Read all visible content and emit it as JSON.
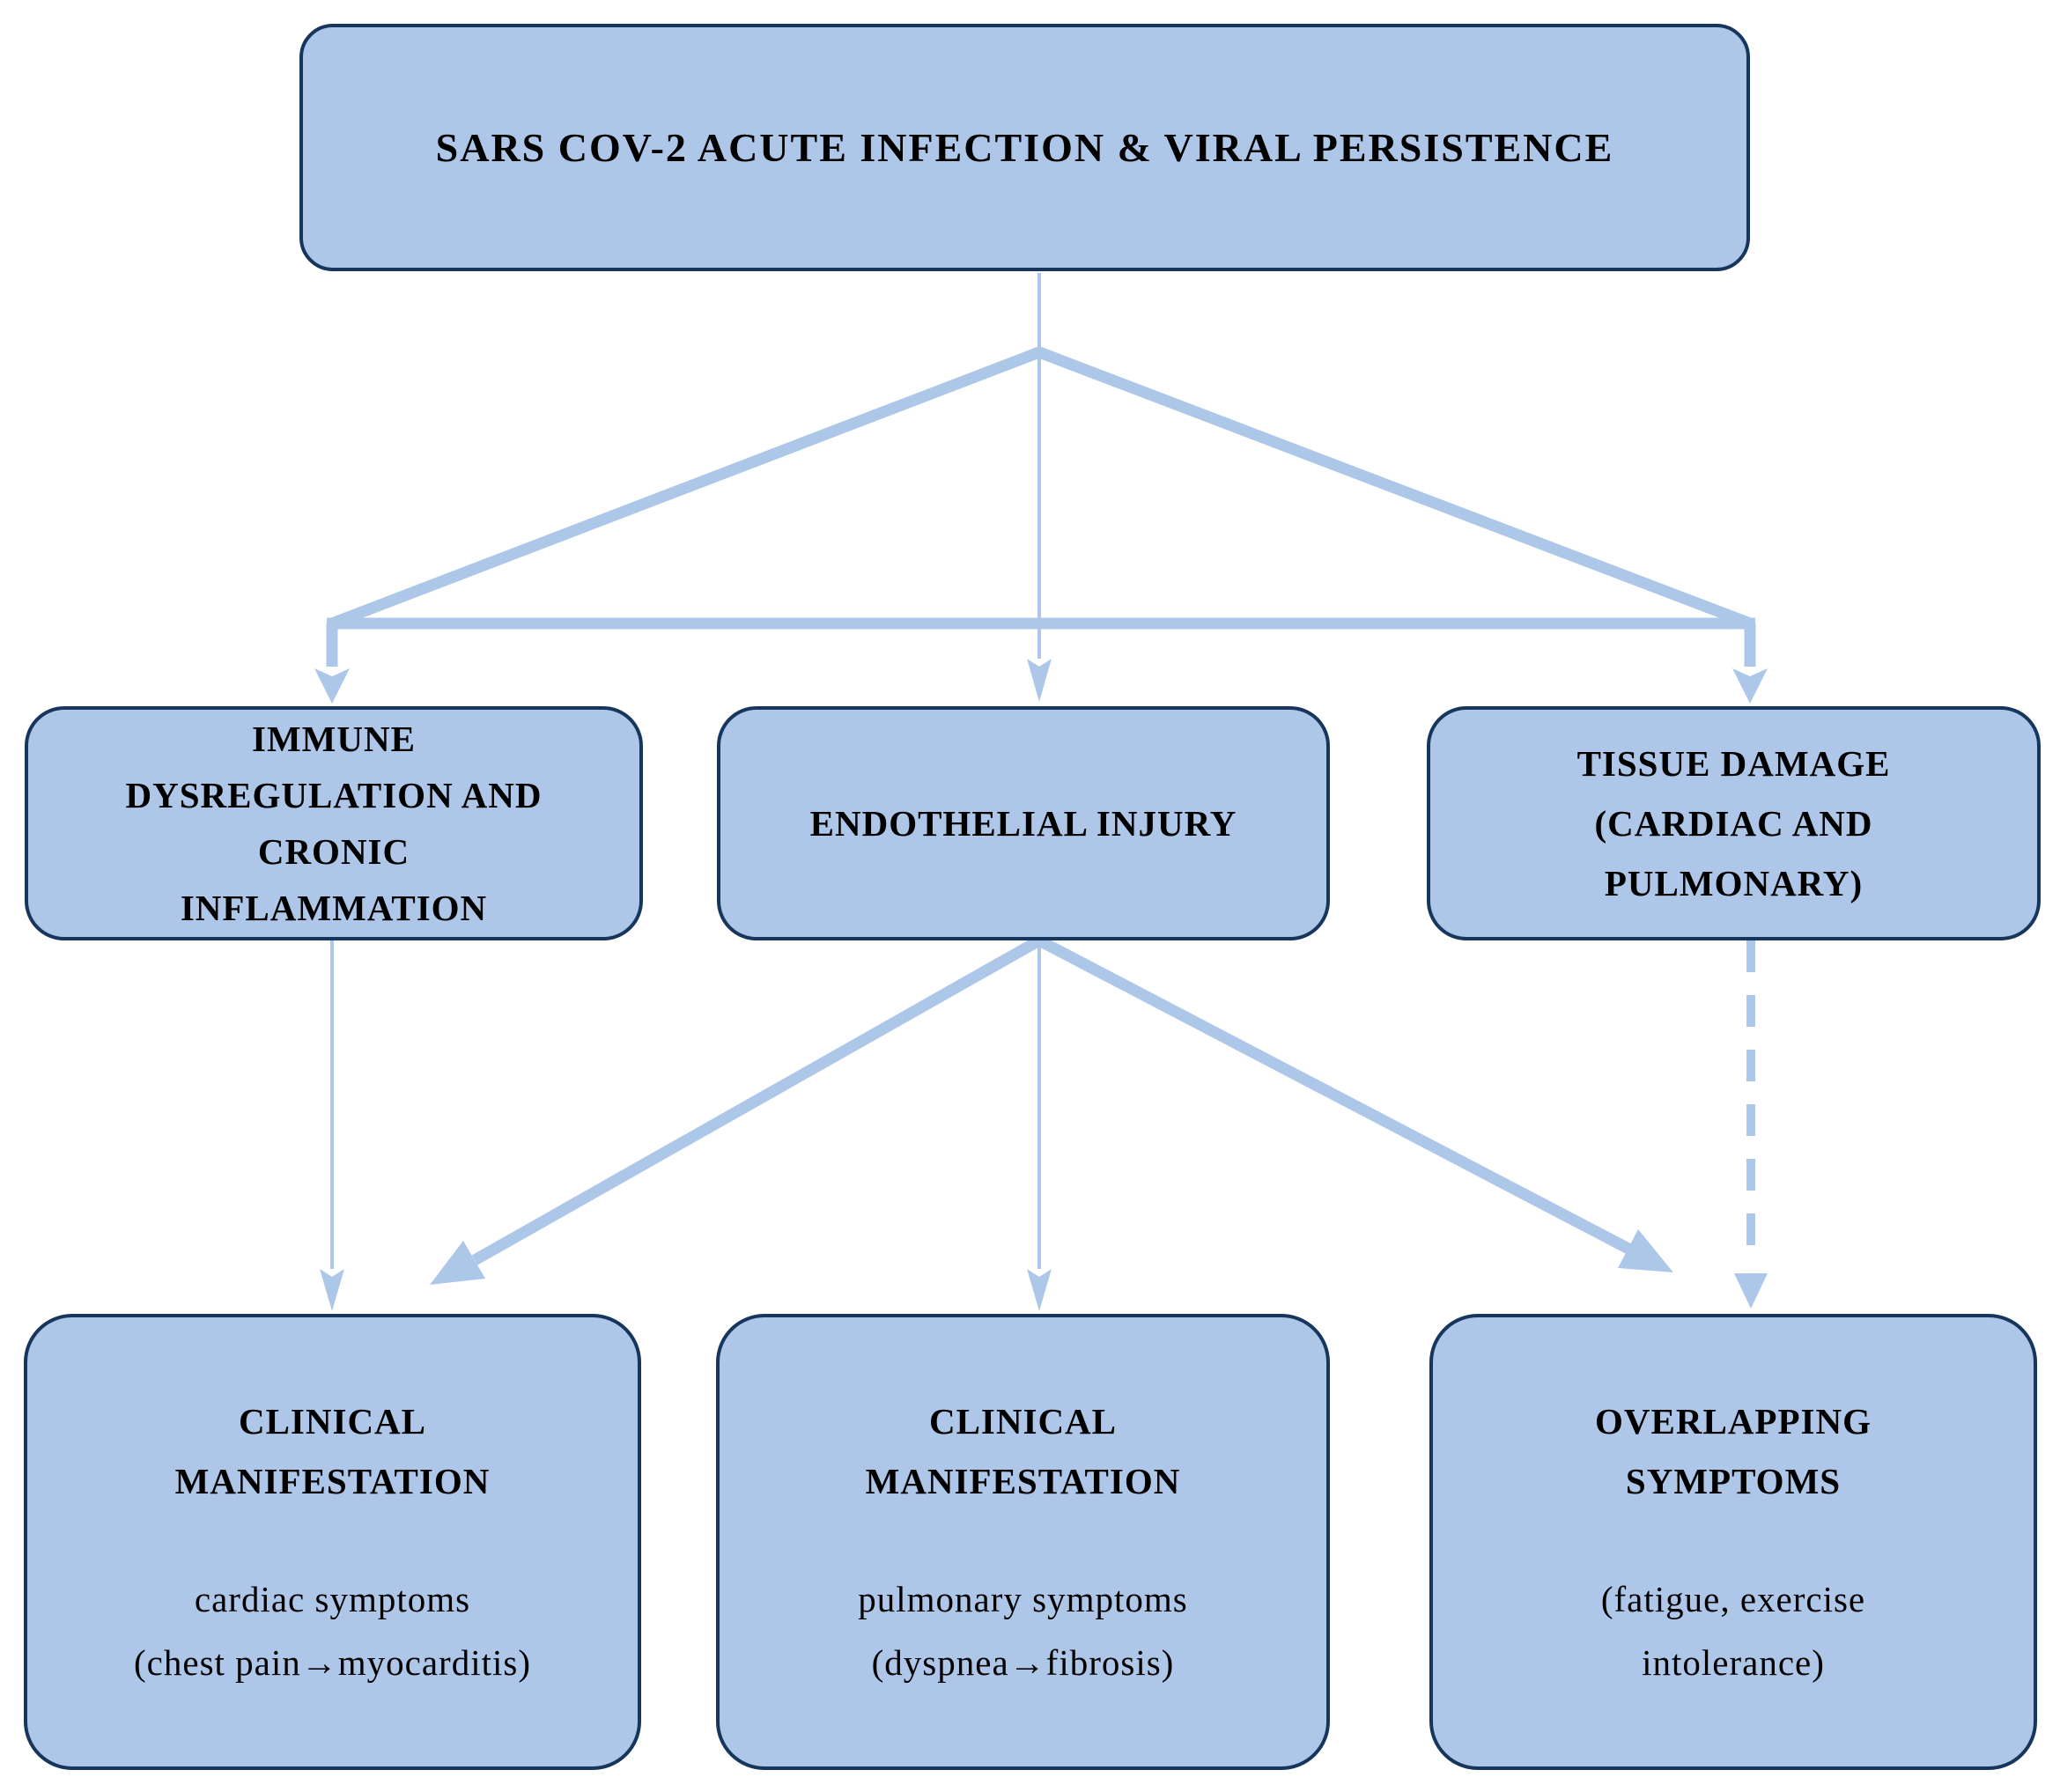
{
  "colors": {
    "box_fill": "#AEC7E8",
    "box_border": "#17365D",
    "arrow": "#ACC7E8",
    "text": "#000000",
    "background": "#FFFFFF"
  },
  "nodes": {
    "source": {
      "lines": [
        "SARS COV-2 ACUTE INFECTION & VIRAL PERSISTENCE"
      ]
    },
    "immune": {
      "lines": [
        "IMMUNE",
        "DYSREGULATION AND",
        "CRONIC",
        "INFLAMMATION"
      ]
    },
    "endothelial": {
      "lines": [
        "ENDOTHELIAL INJURY"
      ]
    },
    "tissue": {
      "lines": [
        "TISSUE DAMAGE",
        "(CARDIAC AND",
        "PULMONARY)"
      ]
    },
    "cardiac": {
      "heading": [
        "CLINICAL",
        "MANIFESTATION"
      ],
      "body": [
        "cardiac symptoms",
        "(chest pain→myocarditis)"
      ]
    },
    "pulmonary": {
      "heading": [
        "CLINICAL",
        "MANIFESTATION"
      ],
      "body": [
        "pulmonary symptoms",
        "(dyspnea→fibrosis)"
      ]
    },
    "overlapping": {
      "heading": [
        "OVERLAPPING",
        "SYMPTOMS"
      ],
      "body": [
        "(fatigue, exercise",
        "intolerance)"
      ]
    }
  },
  "edges": [
    {
      "from": "source",
      "to": "immune",
      "style": "solid-thick"
    },
    {
      "from": "source",
      "to": "endothelial",
      "style": "solid-thin"
    },
    {
      "from": "source",
      "to": "tissue",
      "style": "solid-thick"
    },
    {
      "from": "immune",
      "to": "cardiac",
      "style": "solid-thin"
    },
    {
      "from": "endothelial",
      "to": "cardiac",
      "style": "solid-thick"
    },
    {
      "from": "endothelial",
      "to": "pulmonary",
      "style": "solid-thin"
    },
    {
      "from": "endothelial",
      "to": "overlapping",
      "style": "solid-thick"
    },
    {
      "from": "tissue",
      "to": "overlapping",
      "style": "dashed"
    }
  ]
}
